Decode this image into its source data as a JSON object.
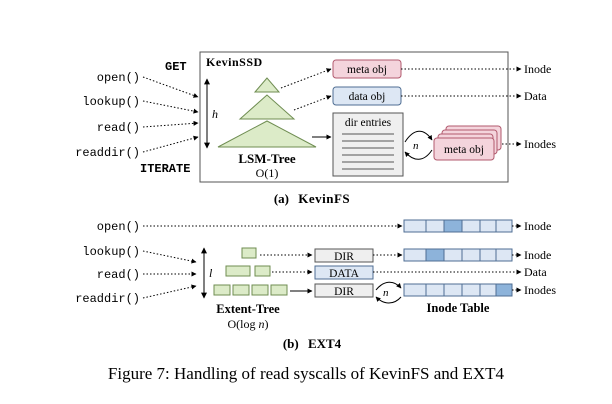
{
  "colors": {
    "green_fill": "#dcebc8",
    "green_stroke": "#6f8d52",
    "pink_fill": "#f4d4dc",
    "pink_stroke": "#b25a6e",
    "blue_fill": "#dde7f4",
    "blue_stroke": "#4f6e93",
    "blue_highlight": "#8db3da",
    "gray_fill": "#efefef"
  },
  "panel_a": {
    "calls": [
      "open()",
      "lookup()",
      "read()",
      "readdir()"
    ],
    "get_label": "GET",
    "iterate_label": "ITERATE",
    "box_title": "KevinSSD",
    "h_label": "h",
    "lsm_label": "LSM-Tree",
    "lsm_complexity": "O(1)",
    "meta_obj": "meta obj",
    "data_obj": "data obj",
    "dir_entries": "dir entries",
    "n_label": "n",
    "stack_meta_obj": "meta obj",
    "targets": [
      "Inode",
      "Data",
      "Inodes"
    ],
    "subcaption_prefix": "(a)",
    "subcaption_name": "KevinFS"
  },
  "panel_b": {
    "calls": [
      "open()",
      "lookup()",
      "read()",
      "readdir()"
    ],
    "l_label": "l",
    "tree_label": "Extent-Tree",
    "tree_complexity_prefix": "O(log ",
    "tree_complexity_var": "n",
    "tree_complexity_suffix": ")",
    "dir1": "DIR",
    "data": "DATA",
    "dir2": "DIR",
    "n_label": "n",
    "inode_table": "Inode Table",
    "targets": [
      "Inode",
      "Inode",
      "Data",
      "Inodes"
    ],
    "subcaption_prefix": "(b)",
    "subcaption_name": "EXT4"
  },
  "caption": "Figure 7: Handling of read syscalls of KevinFS and EXT4"
}
